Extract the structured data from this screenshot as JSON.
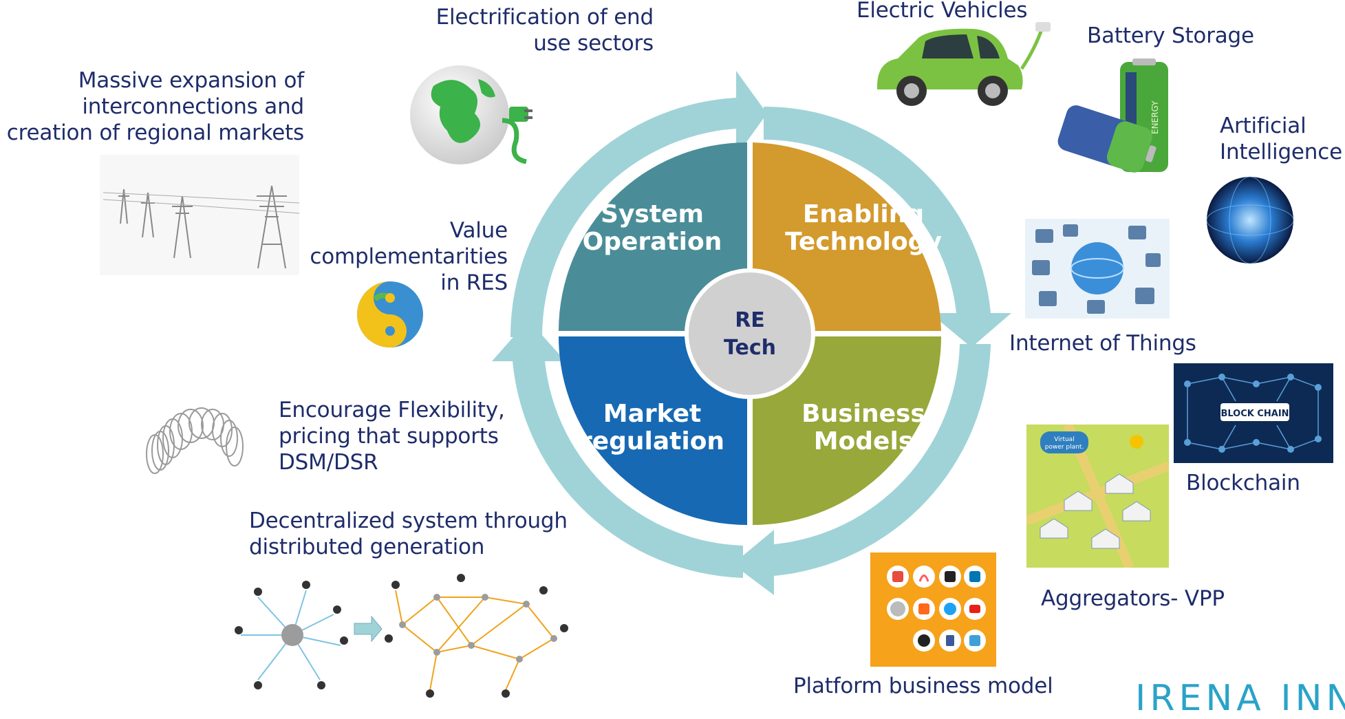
{
  "center": {
    "line1": "RE",
    "line2": "Tech"
  },
  "quadrants": {
    "system_operation": {
      "line1": "System",
      "line2": "Operation",
      "color": "#4a8d98"
    },
    "enabling_technology": {
      "line1": "Enabling",
      "line2": "Technology",
      "color": "#d39a2d"
    },
    "business_models": {
      "line1": "Business",
      "line2": "Models",
      "color": "#98a83a"
    },
    "market_regulation": {
      "line1": "Market",
      "line2": "regulation",
      "color": "#1769b3"
    }
  },
  "labels": {
    "electrification": [
      "Electrification of end",
      "use sectors"
    ],
    "interconnections": [
      "Massive expansion of",
      "interconnections and",
      "creation of regional markets"
    ],
    "value": [
      "Value",
      "complementarities",
      "in RES"
    ],
    "flexibility": [
      "Encourage Flexibility,",
      "pricing that supports",
      "DSM/DSR"
    ],
    "decentralized": [
      "Decentralized system through",
      "distributed generation"
    ],
    "electric_vehicles": "Electric Vehicles",
    "battery_storage": "Battery Storage",
    "ai": [
      "Artificial",
      "Intelligence"
    ],
    "iot": "Internet of Things",
    "blockchain": "Blockchain",
    "aggregators": "Aggregators- VPP",
    "platform": "Platform business model"
  },
  "image_text": {
    "block_chain": "BLOCK CHAIN",
    "virtual_power_plant": [
      "Virtual",
      "power plant."
    ],
    "energy": "ENERGY"
  },
  "brand": "IRENA INNO",
  "colors": {
    "arrow": "#9fd3d8",
    "text": "#1e2c6a",
    "center_fill": "#d0d0d0"
  }
}
